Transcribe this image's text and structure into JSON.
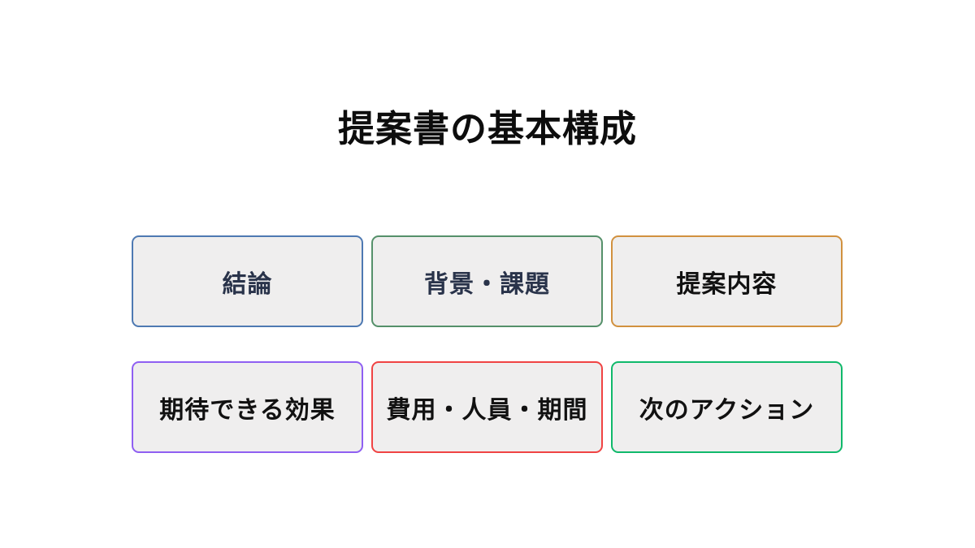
{
  "page": {
    "title": "提案書の基本構成",
    "background_color": "#ffffff",
    "box_fill_color": "#efeeee"
  },
  "boxes": [
    {
      "label": "結論",
      "border_color": "#4e79b2",
      "text_color": "#29334a"
    },
    {
      "label": "背景・課題",
      "border_color": "#55906a",
      "text_color": "#29334a"
    },
    {
      "label": "提案内容",
      "border_color": "#d1913f",
      "text_color": "#111111"
    },
    {
      "label": "期待できる効果",
      "border_color": "#8f5ff2",
      "text_color": "#111111"
    },
    {
      "label": "費用・人員・期間",
      "border_color": "#f04343",
      "text_color": "#111111"
    },
    {
      "label": "次のアクション",
      "border_color": "#10b96b",
      "text_color": "#111111"
    }
  ]
}
